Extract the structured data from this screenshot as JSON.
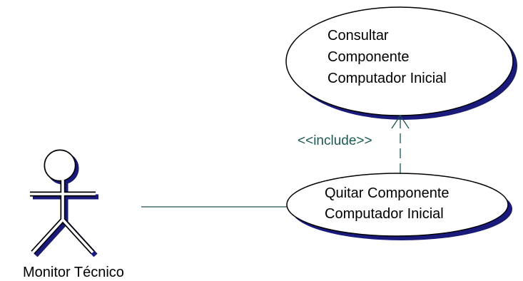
{
  "actor": {
    "name": "Monitor Técnico"
  },
  "use_cases": [
    {
      "id": "consultar",
      "lines": [
        "Consultar",
        "Componente",
        "Computador Inicial"
      ]
    },
    {
      "id": "quitar",
      "lines": [
        "Quitar Componente",
        "Computador Inicial"
      ]
    }
  ],
  "relationship": {
    "stereotype": "<<include>>"
  },
  "colors": {
    "shadow": "#1a1a7a",
    "outline": "#000000",
    "association_line": "#1a5050",
    "include_text": "#1a5a50",
    "fill": "#ffffff"
  }
}
